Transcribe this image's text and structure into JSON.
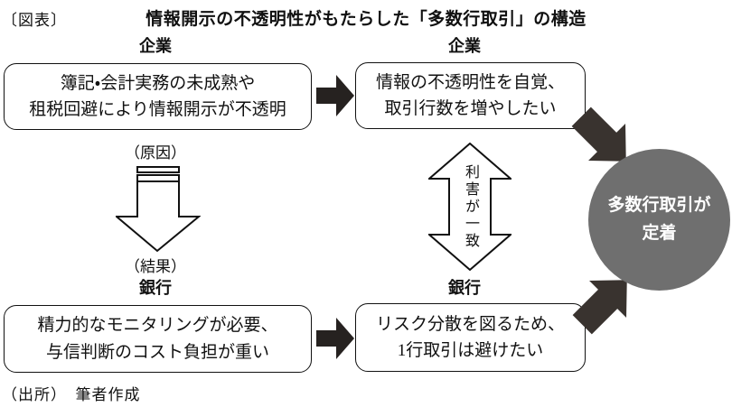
{
  "header": {
    "figure_label": "〔図表〕",
    "title": "情報開示の不透明性がもたらした「多数行取引」の構造"
  },
  "actors": {
    "company_top_left": "企業",
    "company_top_right": "企業",
    "bank_bottom_left": "銀行",
    "bank_bottom_right": "銀行"
  },
  "boxes": {
    "company_cause": {
      "line1": "簿記・会計実務の未成熟や",
      "line2": "租税回避により情報開示が不透明"
    },
    "company_intent": {
      "line1": "情報の不透明性を自覚、",
      "line2": "取引行数を増やしたい"
    },
    "bank_cause": {
      "line1": "精力的なモニタリングが必要、",
      "line2": "与信判断のコスト負担が重い"
    },
    "bank_intent": {
      "line1": "リスク分散を図るため、",
      "line2": "1行取引は避けたい"
    }
  },
  "labels": {
    "cause": "（原因）",
    "effect": "（結果）",
    "interests_aligned": "利害が一致"
  },
  "outcome": {
    "line1": "多数行取引が",
    "line2": "定着"
  },
  "source": "（出所）　筆者作成",
  "colors": {
    "solid_arrow": "#262220",
    "diagonal_arrow": "#39332F",
    "outcome_circle": "#6F6F6F",
    "ink": "#111111"
  }
}
